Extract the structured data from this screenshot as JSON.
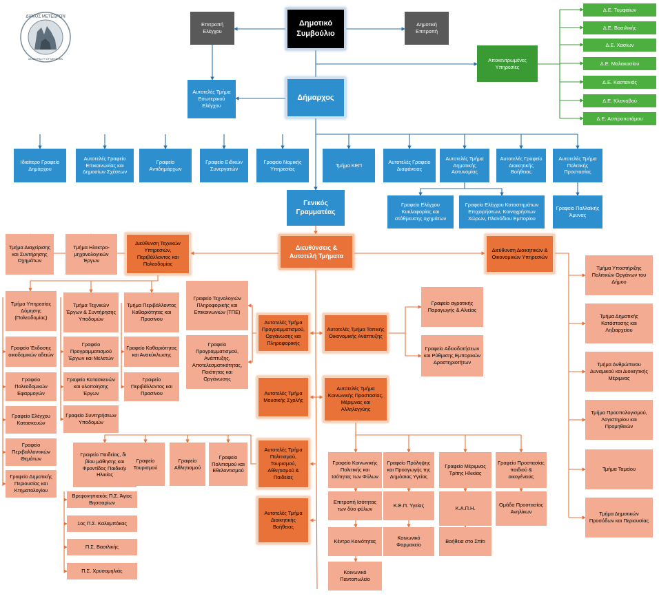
{
  "logo": {
    "text_top": "ΔΗΜΟΣ ΜΕΤΕΩΡΩΝ",
    "text_bottom": "MUNICIPALITY OF METEORA"
  },
  "colors": {
    "black": "#000000",
    "gray": "#595959",
    "blue": "#2e8fcf",
    "green": "#3a9b35",
    "orange": "#e87238",
    "peach": "#f3ac92",
    "connector_blue": "#2b6fa8",
    "connector_orange": "#e87238",
    "connector_green": "#3a9b35"
  },
  "top": {
    "council": "Δημοτικό Συμβούλιο",
    "control_committee": "Επιτροπή Ελέγχου",
    "municipal_committee": "Δημοτική Επιτροπή",
    "mayor": "Δήμαρχος",
    "internal_control": "Αυτοτελές Τμήμα Εσωτερικού Ελέγχου",
    "decentralized": "Αποκεντρωμένες Υπηρεσίες",
    "general_secretary": "Γενικός Γραμματέας",
    "directorates": "Διευθύνσεις & Αυτοτελή Τμήματα"
  },
  "units": [
    "Δ.Ε. Τυμφαίων",
    "Δ.Ε. Βασιλικής",
    "Δ.Ε. Χασίων",
    "Δ.Ε. Μαλακασίου",
    "Δ.Ε. Καστανιάς",
    "Δ.Ε. Κλεινοβού",
    "Δ.Ε. Ασπροποτάμου"
  ],
  "mayor_offices": [
    "Ιδιαίτερο Γραφείο Δημάρχου",
    "Αυτοτελές Γραφείο Επικοινωνίας και Δημοσίων Σχέσεων",
    "Γραφείο Αντιδημάρχων",
    "Γραφείο Ειδικών Συνεργατών",
    "Γραφείο Νομικής Υπηρεσίας",
    "Τμήμα ΚΕΠ",
    "Αυτοτελές Γραφείο Διαφάνειας",
    "Αυτοτελές Τμήμα Δημοτικής Αστυνομίας",
    "Αυτοτελές Γραφείο Διοικητικής Βοήθειας",
    "Αυτοτελές Τμήμα Πολιτικής Προστασίας"
  ],
  "police_offices": [
    "Γραφείο Ελέγχου Κυκλοφορίας και στάθμευσης οχημάτων",
    "Γραφείο Ελέγχου Καταστημάτων Επιχειρήσεων, Κοινοχρήστων Χώρων, Πλανόδιου Εμπορίου"
  ],
  "civil_office": "Γραφείο Παλλαϊκής Άμυνας",
  "tech": {
    "director": "Διεύθυνση Τεχνικών Υπηρεσιών, Περιβάλλοντος και Πολεοδομίας",
    "vehicles": "Τμήμα Διαχείρισης και Συντήρησης Οχημάτων",
    "electromech": "Τμήμα Ηλεκτρο-μηχανολογικών Έργων",
    "building": "Τμήμα Υπηρεσίας Δόμησης (Πολεοδομίας)",
    "building_offices": [
      "Γραφείο Έκδοσης οικοδομικών αδειών",
      "Γραφείο Πολεοδομικών Εφαρμογών",
      "Γραφείο Ελέγχου Κατασκευών",
      "Γραφείο Περιβαλλοντικών Θεμάτων",
      "Γραφείο Δημοτικής Περιουσίας και Κτηματολογίου"
    ],
    "works": "Τμήμα Τεχνικών Έργων & Συντήρησης Υποδομών",
    "works_offices": [
      "Γραφείο Προγραμματισμού Έργων και Μελετών",
      "Γραφείο Κατασκευών και υλοποίησης Έργων",
      "Γραφείο Συντηρήσεων Υποδομών"
    ],
    "env": "Τμήμα Περιβάλλοντος Καθαριότητας και Πρασίνου",
    "env_offices": [
      "Γραφείο Καθαριότητας και Ανακύκλωσης",
      "Γραφείο Περιβάλλοντος και Πρασίνου"
    ]
  },
  "mid": {
    "programming": "Αυτοτελές Τμήμα Προγραμματισμού, Οργάνωσης και Πληροφορικής",
    "prog_offices": [
      "Γραφείο Τεχνολογιών Πληροφορικής και Επικοινωνιών (ΤΠΕ)",
      "Γραφείο Προγραμματισμού, Ανάπτυξης, Αποτελεσματικότητας, Ποιότητας και Οργάνωσης"
    ],
    "local_econ": "Αυτοτελές Τμήμα Τοπικής Οικονομικής Ανάπτυξης",
    "econ_offices": [
      "Γραφείο αγροτικής Παραγωγής & Αλιείας",
      "Γραφείο Αδειοδοτήσεων και Ρύθμισης Εμπορικών Δραστηριοτήτων"
    ],
    "music": "Αυτοτελές Τμήμα Μουσικής Σχολής",
    "social": "Αυτοτελές Τμήμα Κοινωνικής Προστασίας, Μέριμνας και Αλληλεγγύης",
    "culture": "Αυτοτελές Τμήμα Πολιτισμού, Τουρισμού, Αθλητισμού & Παιδείας",
    "admin_help": "Αυτοτελές Τμήμα Διοικητικής Βοήθειας"
  },
  "culture_offices": [
    "Γραφείο Παιδείας, δια βίου μάθησης και Φροντίδας Παιδικής Ηλικίας",
    "Γραφείο Τουρισμού",
    "Γραφείο Αθλητισμού",
    "Γραφείο Πολιτισμού και Εθελοντισμού"
  ],
  "education_units": [
    "Βρεφονηπιακός Π.Σ. Άγιος Βησσαρίων",
    "1ος Π.Σ. Καλαμπάκας",
    "Π.Σ. Βασιλικής",
    "Π.Σ. Χρυσομηλιάς"
  ],
  "social_cols": [
    {
      "head": "Γραφείο Κοινωνικής Πολιτικής και Ισότητας των Φύλων",
      "items": [
        "Επιτροπή Ισότητας των δύο φύλων",
        "Κέντρο Κοινότητας",
        "Κοινωνικό Παντοπωλείο"
      ]
    },
    {
      "head": "Γραφείο Πρόληψης και Προαγωγής της Δημόσιας Υγείας",
      "items": [
        "Κ.Ε.Π. Υγείας",
        "Κοινωνικό Φαρμακείο"
      ]
    },
    {
      "head": "Γραφείο Μέριμνας Τρίτης Ηλικίας",
      "items": [
        "Κ.Α.Π.Η.",
        "Βοήθεια στο Σπίτι"
      ]
    },
    {
      "head": "Γραφείο Προστασίας παιδιού & οικογένειας",
      "items": [
        "Ομάδα Προστασίας Ανηλίκων"
      ]
    }
  ],
  "admin": {
    "director": "Διεύθυνση Διοικητικών & Οικονομικών Υπηρεσιών",
    "departments": [
      "Τμήμα Υποστήριξης Πολιτικών Οργάνων του Δήμου",
      "Τμήμα Δημοτικής Κατάστασης και Ληξιαρχείου",
      "Τμήμα Ανθρώπινου Δυναμικού και Διοικητικής Μέριμνας",
      "Τμήμα Προϋπολογισμού, Λογιστηρίου και Προμηθειών",
      "Τμήμα Ταμείου",
      "Τμήμα Δημοτικών Προσόδων και Περιουσίας"
    ]
  }
}
